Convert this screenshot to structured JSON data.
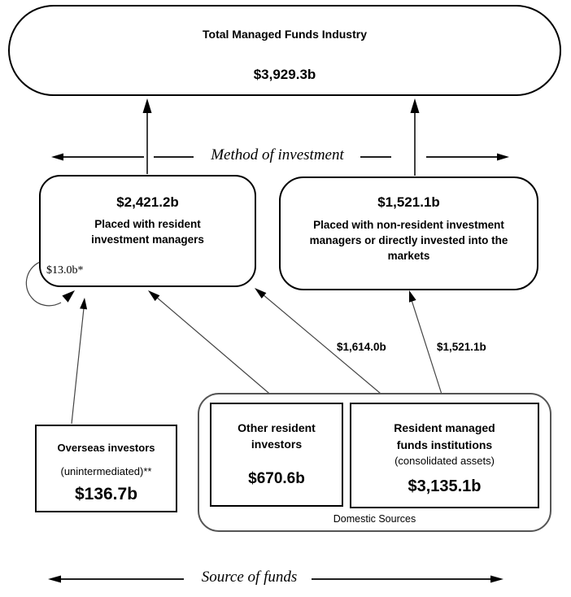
{
  "diagram": {
    "top_box": {
      "title": "Total Managed Funds Industry",
      "value": "$3,929.3b"
    },
    "method_axis_label": "Method of investment",
    "source_axis_label": "Source of funds",
    "resident_managers_box": {
      "value": "$2,421.2b",
      "line1": "Placed with resident",
      "line2": "investment managers",
      "loop_label": "$13.0b*"
    },
    "nonresident_box": {
      "value": "$1,521.1b",
      "line1": "Placed with non-resident investment",
      "line2": "managers or directly invested into the",
      "line3": "markets"
    },
    "flow_labels": {
      "institutions_to_resident": "$1,614.0b",
      "institutions_to_nonresident": "$1,521.1b"
    },
    "overseas_box": {
      "line1": "Overseas investors",
      "line2": "(unintermediated)**",
      "value": "$136.7b"
    },
    "domestic": {
      "label": "Domestic Sources",
      "other_resident_box": {
        "line1": "Other resident",
        "line2": "investors",
        "value": "$670.6b"
      },
      "institutions_box": {
        "line1": "Resident managed",
        "line2": "funds institutions",
        "line3": "(consolidated assets)",
        "value": "$3,135.1b"
      }
    }
  }
}
